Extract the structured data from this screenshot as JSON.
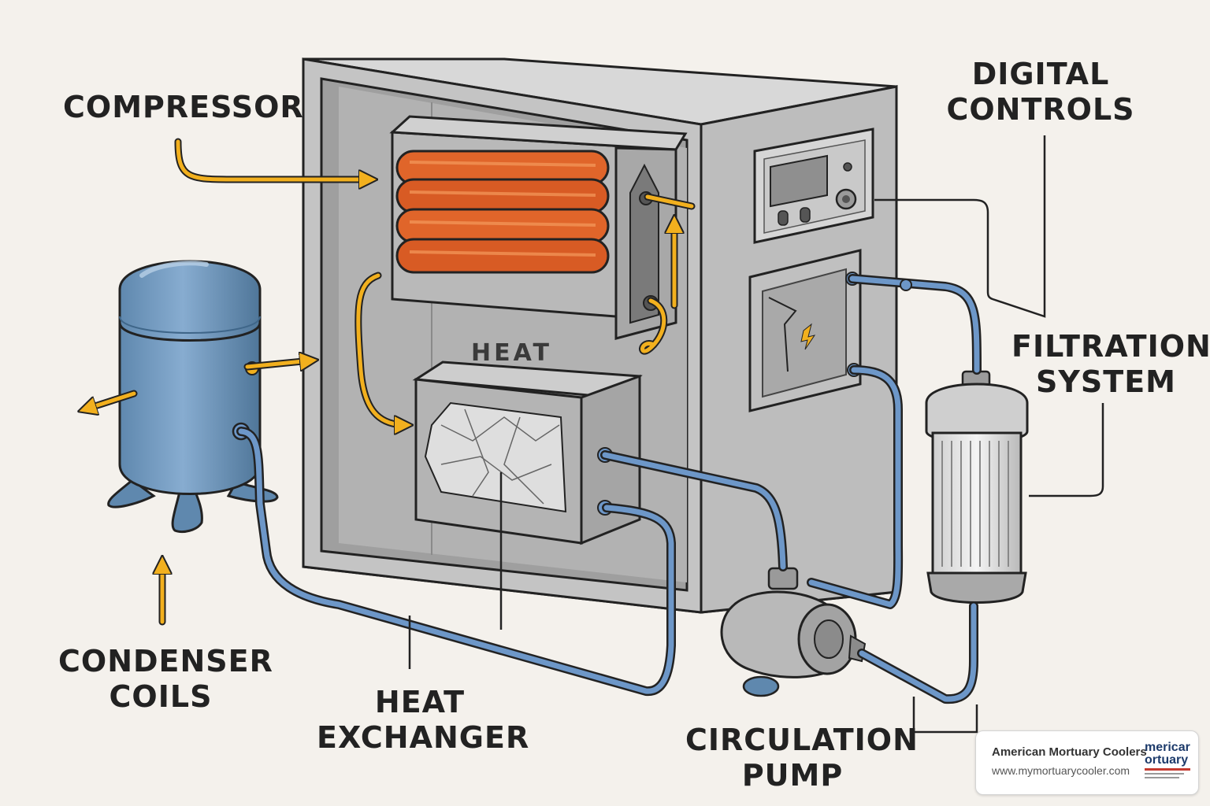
{
  "labels": {
    "compressor": "COMPRESSOR",
    "digital_controls": [
      "DIGITAL",
      "CONTROLS"
    ],
    "filtration_system": [
      "FILTRATION",
      "SYSTEM"
    ],
    "condenser_coils": [
      "CONDENSER",
      "COILS"
    ],
    "heat_exchanger": [
      "HEAT",
      "EXCHANGER"
    ],
    "circulation_pump": [
      "CIRCULATION",
      "PUMP"
    ],
    "heat": "HEAT"
  },
  "brand": {
    "name": "American Mortuary Coolers",
    "url": "www.mymortuarycooler.com",
    "logo_text": [
      "mericar",
      "ortuary"
    ]
  },
  "colors": {
    "background": "#f4f1ec",
    "cabinet": "#c8c8c8",
    "coil": "#e0652a",
    "arrow": "#f2b01e",
    "pipe": "#6d97c8",
    "tank": "#6f98be"
  }
}
